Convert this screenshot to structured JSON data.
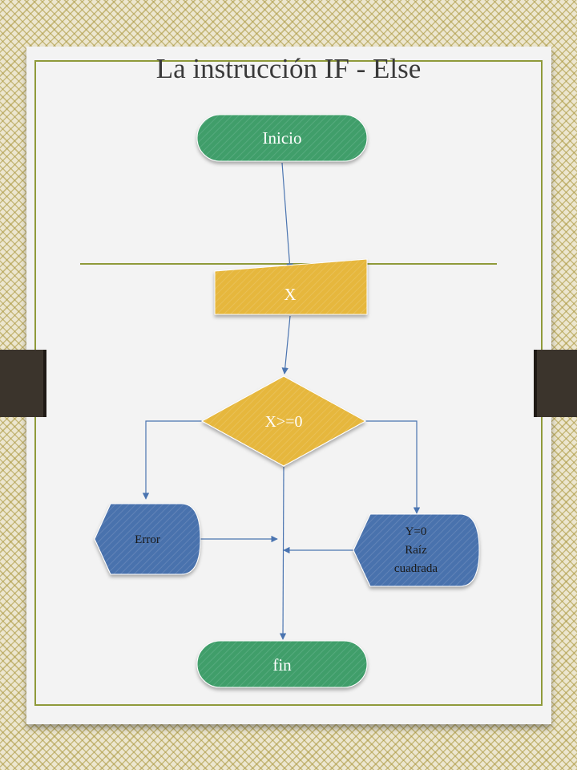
{
  "slide": {
    "title": "La instrucción IF - Else"
  },
  "flowchart": {
    "nodes": {
      "start": {
        "label": "Inicio",
        "shape": "terminator",
        "color": "#3f9e6b"
      },
      "input": {
        "label": "X",
        "shape": "manual-input",
        "color": "#e6b73e"
      },
      "decision": {
        "label": "X>=0",
        "shape": "decision",
        "color": "#e6b73e"
      },
      "error": {
        "label": "Error",
        "shape": "display",
        "color": "#4a72ad"
      },
      "process": {
        "label_lines": [
          "Y=0",
          "Raíz",
          "cuadrada"
        ],
        "shape": "display",
        "color": "#4a72ad"
      },
      "end": {
        "label": "fin",
        "shape": "terminator",
        "color": "#3f9e6b"
      }
    },
    "connector_color": "#4a74b0",
    "accent_color": "#8f9a3a"
  }
}
